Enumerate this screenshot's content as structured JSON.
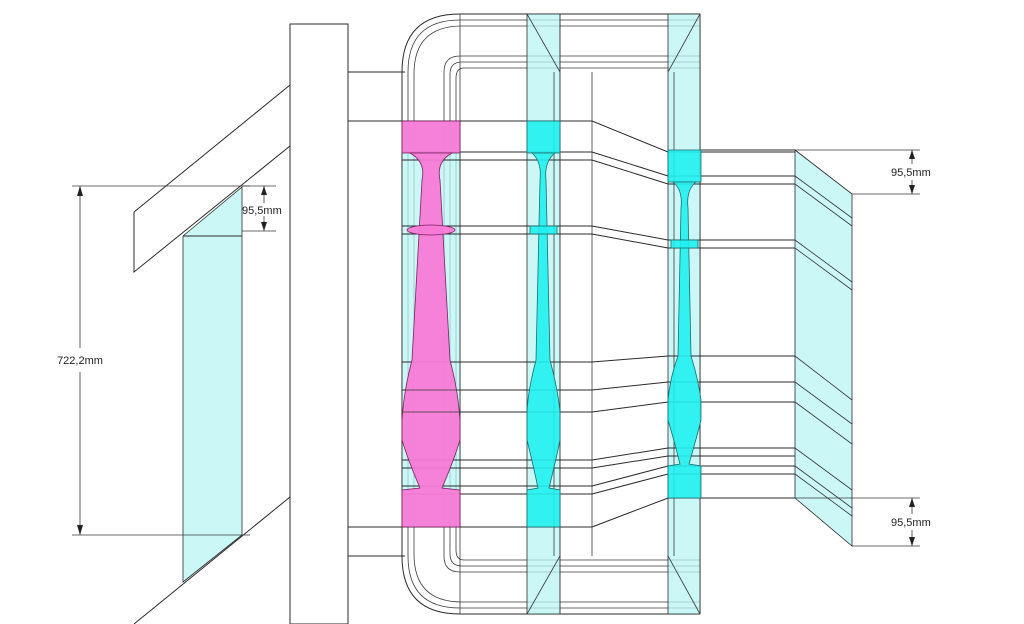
{
  "dimensions": {
    "total_height": "722,2mm",
    "handrail_left": "95,5mm",
    "handrail_right_top": "95,5mm",
    "handrail_right_bottom": "95,5mm"
  },
  "colors": {
    "highlight_magenta": "#f77ad6",
    "highlight_cyan": "#21f0f0",
    "panel_cyan": "#b9f4f4",
    "line": "#2b2b2b"
  }
}
